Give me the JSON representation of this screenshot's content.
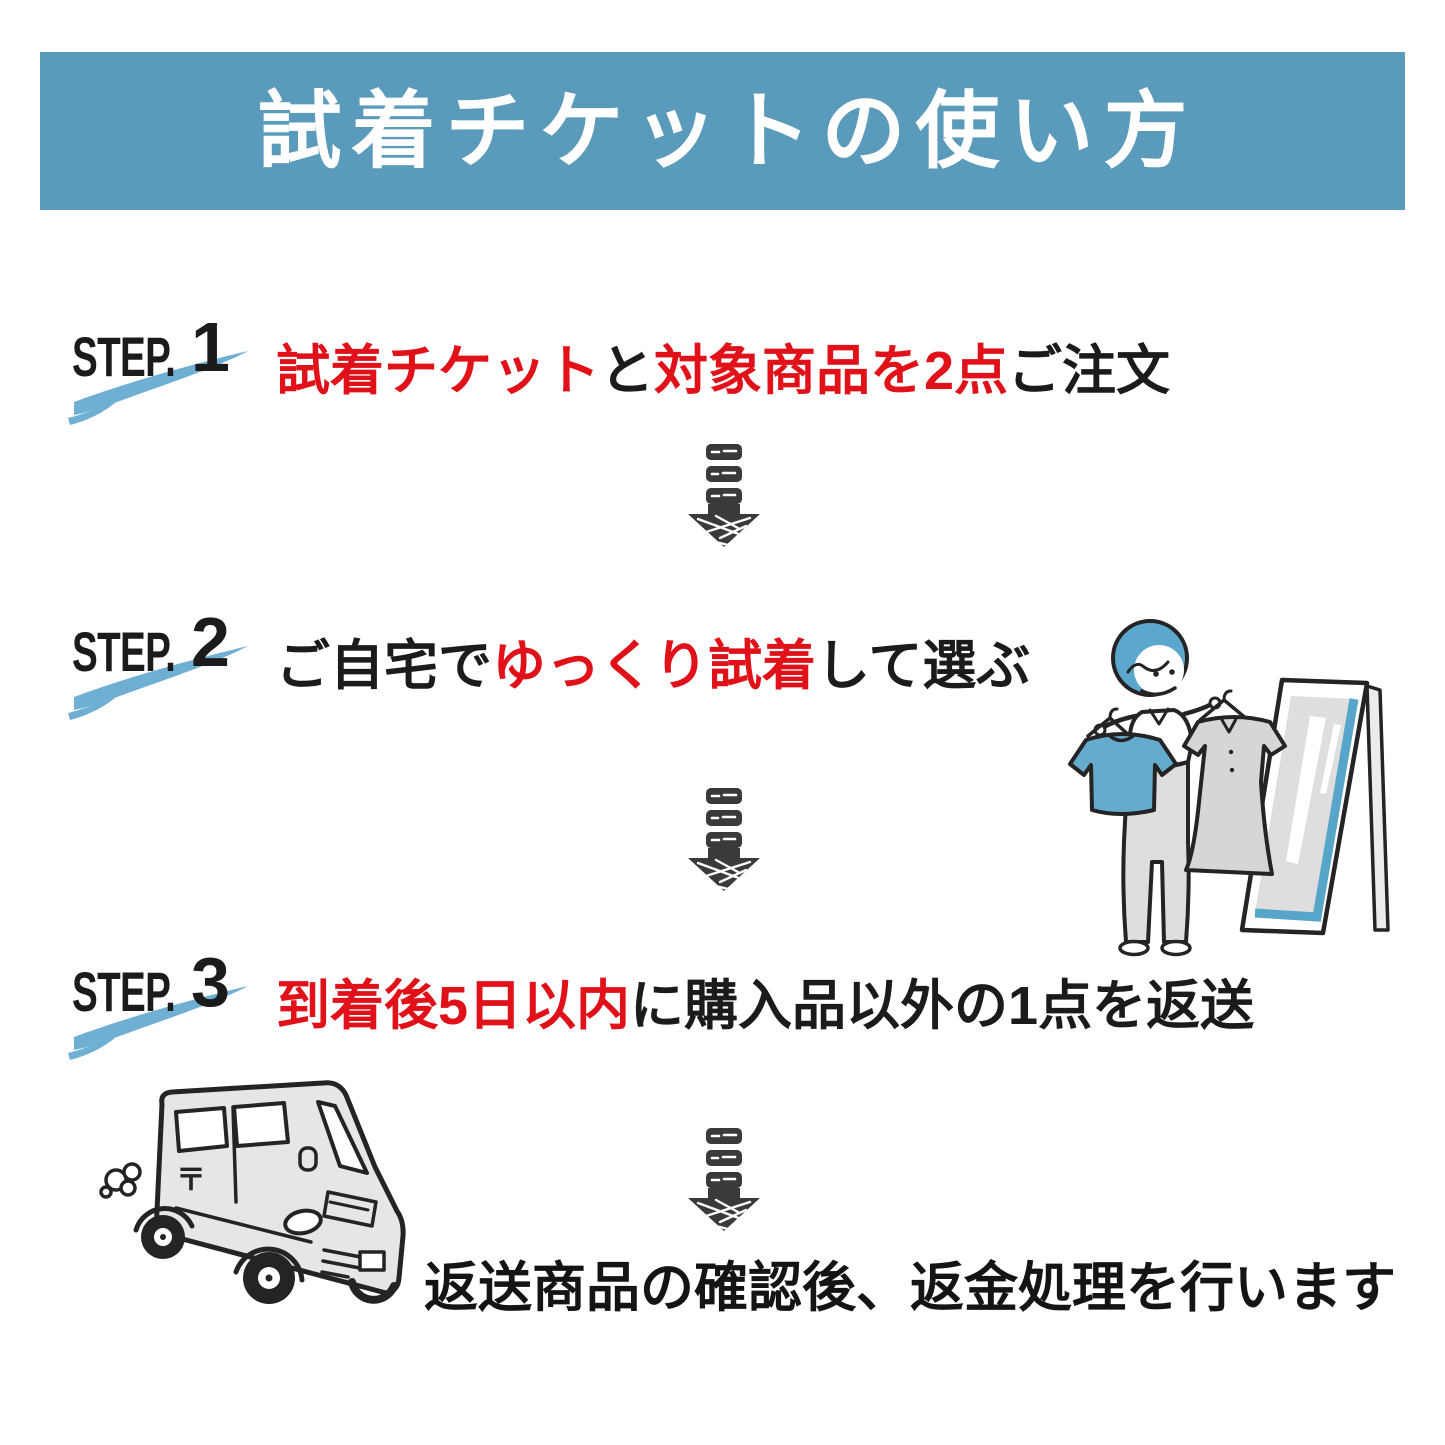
{
  "title": "試着チケットの使い方",
  "steps": [
    {
      "label": "STEP.",
      "number": "1",
      "segments": [
        {
          "text": "試着チケット",
          "color": "red"
        },
        {
          "text": "と",
          "color": "black"
        },
        {
          "text": "対象商品を2点",
          "color": "red"
        },
        {
          "text": "ご注文",
          "color": "black"
        }
      ]
    },
    {
      "label": "STEP.",
      "number": "2",
      "segments": [
        {
          "text": "ご自宅で",
          "color": "black"
        },
        {
          "text": "ゆっくり試着",
          "color": "red"
        },
        {
          "text": "して選ぶ",
          "color": "black"
        }
      ]
    },
    {
      "label": "STEP.",
      "number": "3",
      "segments": [
        {
          "text": "到着後5日以内",
          "color": "red"
        },
        {
          "text": "に購入品以外の1点を返送",
          "color": "black"
        }
      ]
    }
  ],
  "footer": {
    "text": "返送商品の確認後、返金処理を行います"
  },
  "colors": {
    "header_bg": "#5a9aba",
    "accent_red": "#e1111a",
    "swash_blue": "#6fafd3",
    "arrow_dark": "#3a3a3a",
    "illustration_blue": "#64abce",
    "illustration_gray": "#d9d9db",
    "outline_dark": "#242424"
  },
  "icons": {
    "down_arrow": "sketchy-down-arrow-icon",
    "step_swash": "blue-brush-swash",
    "fitting_illustration": "woman-holding-tshirt-and-dress-by-mirror",
    "van_illustration": "delivery-van-with-exhaust-puff"
  }
}
